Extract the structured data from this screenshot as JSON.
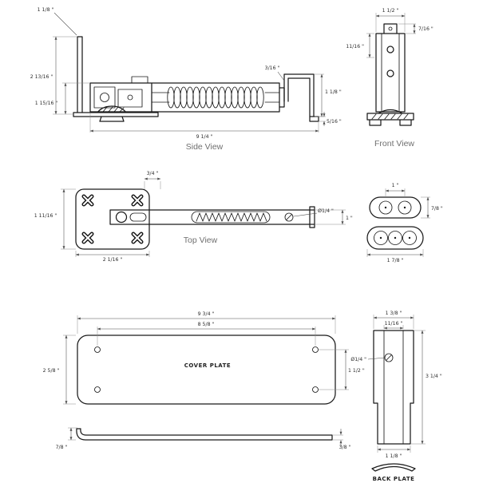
{
  "colors": {
    "line": "#1a1a1a",
    "dimension": "#4d4d4d",
    "label": "#6f6f6f",
    "background": "#ffffff"
  },
  "views": {
    "side": {
      "label": "Side View",
      "dims": {
        "arm_tip": "1 1/8 \"",
        "overall_height": "2 13/16 \"",
        "body_height": "1 15/16 \"",
        "overall_length": "9 1/4 \"",
        "gap": "3/16 \"",
        "bracket_drop": "1 1/8 \"",
        "foot": "5/16 \""
      }
    },
    "front": {
      "label": "Front View",
      "dims": {
        "width": "1 1/2 \"",
        "neck": "7/16 \"",
        "side": "11/16 \""
      }
    },
    "top": {
      "label": "Top View",
      "dims": {
        "slide": "3/4 \"",
        "plate_height": "1 11/16 \"",
        "plate_width": "2 1/16 \"",
        "screw": "Ø1/4 \"",
        "bar": "1 \""
      }
    },
    "guides": {
      "dims": {
        "hole_span": "1 \"",
        "height": "7/8 \"",
        "width": "1 7/8 \""
      }
    },
    "cover": {
      "label": "COVER PLATE",
      "dims": {
        "length": "9 3/4 \"",
        "hole_span": "8 5/8 \"",
        "height": "2 5/8 \"",
        "hole_spacing": "1 1/2 \"",
        "lip": "7/8 \"",
        "thickness": "3/8 \""
      }
    },
    "back": {
      "label": "BACK PLATE",
      "dims": {
        "width": "1 3/8 \"",
        "inner_width": "11/16 \"",
        "screw": "Ø1/4 \"",
        "height": "3 1/4 \"",
        "tab_width": "1 1/8 \""
      }
    }
  }
}
